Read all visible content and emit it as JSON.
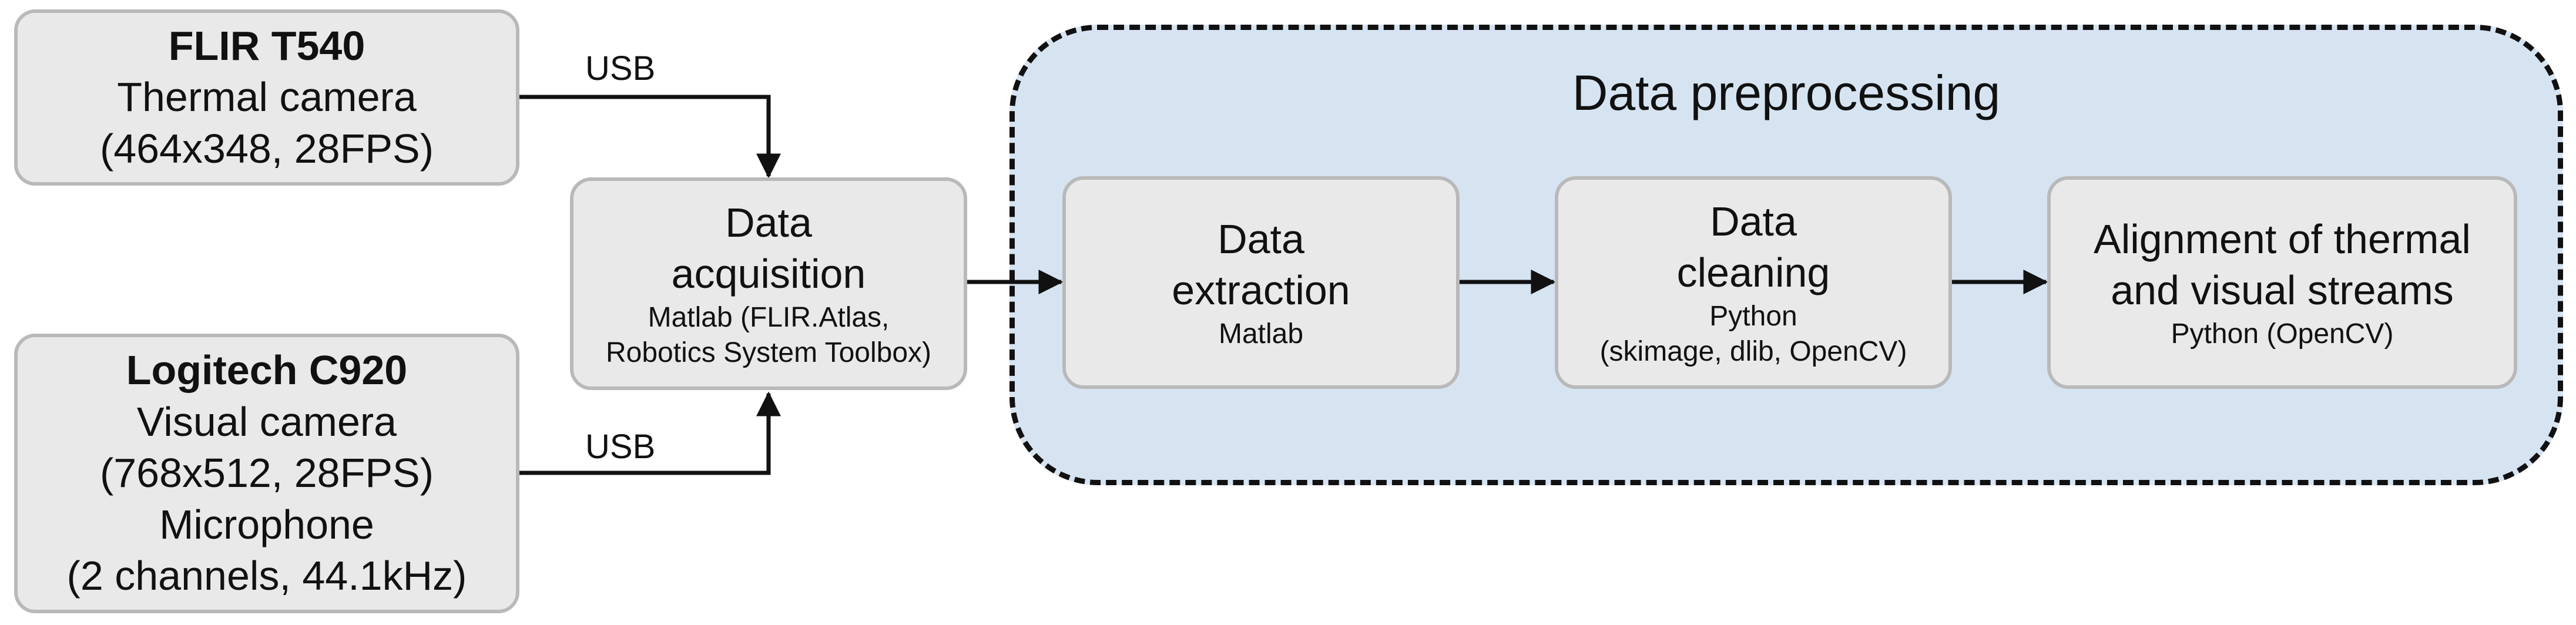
{
  "diagram": {
    "flir": {
      "title": "FLIR T540",
      "line1": "Thermal camera",
      "line2": "(464x348, 28FPS)"
    },
    "logitech": {
      "title": "Logitech C920",
      "line1": "Visual camera",
      "line2": "(768x512, 28FPS)",
      "line3": "Microphone",
      "line4": "(2 channels, 44.1kHz)"
    },
    "usb_top": "USB",
    "usb_bottom": "USB",
    "acquisition": {
      "line1": "Data",
      "line2": "acquisition",
      "sub1": "Matlab (FLIR.Atlas,",
      "sub2": "Robotics System Toolbox)"
    },
    "preprocessing": {
      "title": "Data preprocessing",
      "extraction": {
        "line1": "Data",
        "line2": "extraction",
        "sub1": "Matlab"
      },
      "cleaning": {
        "line1": "Data",
        "line2": "cleaning",
        "sub1": "Python",
        "sub2": "(skimage, dlib, OpenCV)"
      },
      "alignment": {
        "line1": "Alignment of thermal",
        "line2": "and visual streams",
        "sub1": "Python (OpenCV)"
      }
    },
    "colors": {
      "box_fill": "#e9e9e9",
      "box_border": "#b9b9b9",
      "group_fill": "#d6e4f2",
      "arrow": "#111111"
    }
  }
}
